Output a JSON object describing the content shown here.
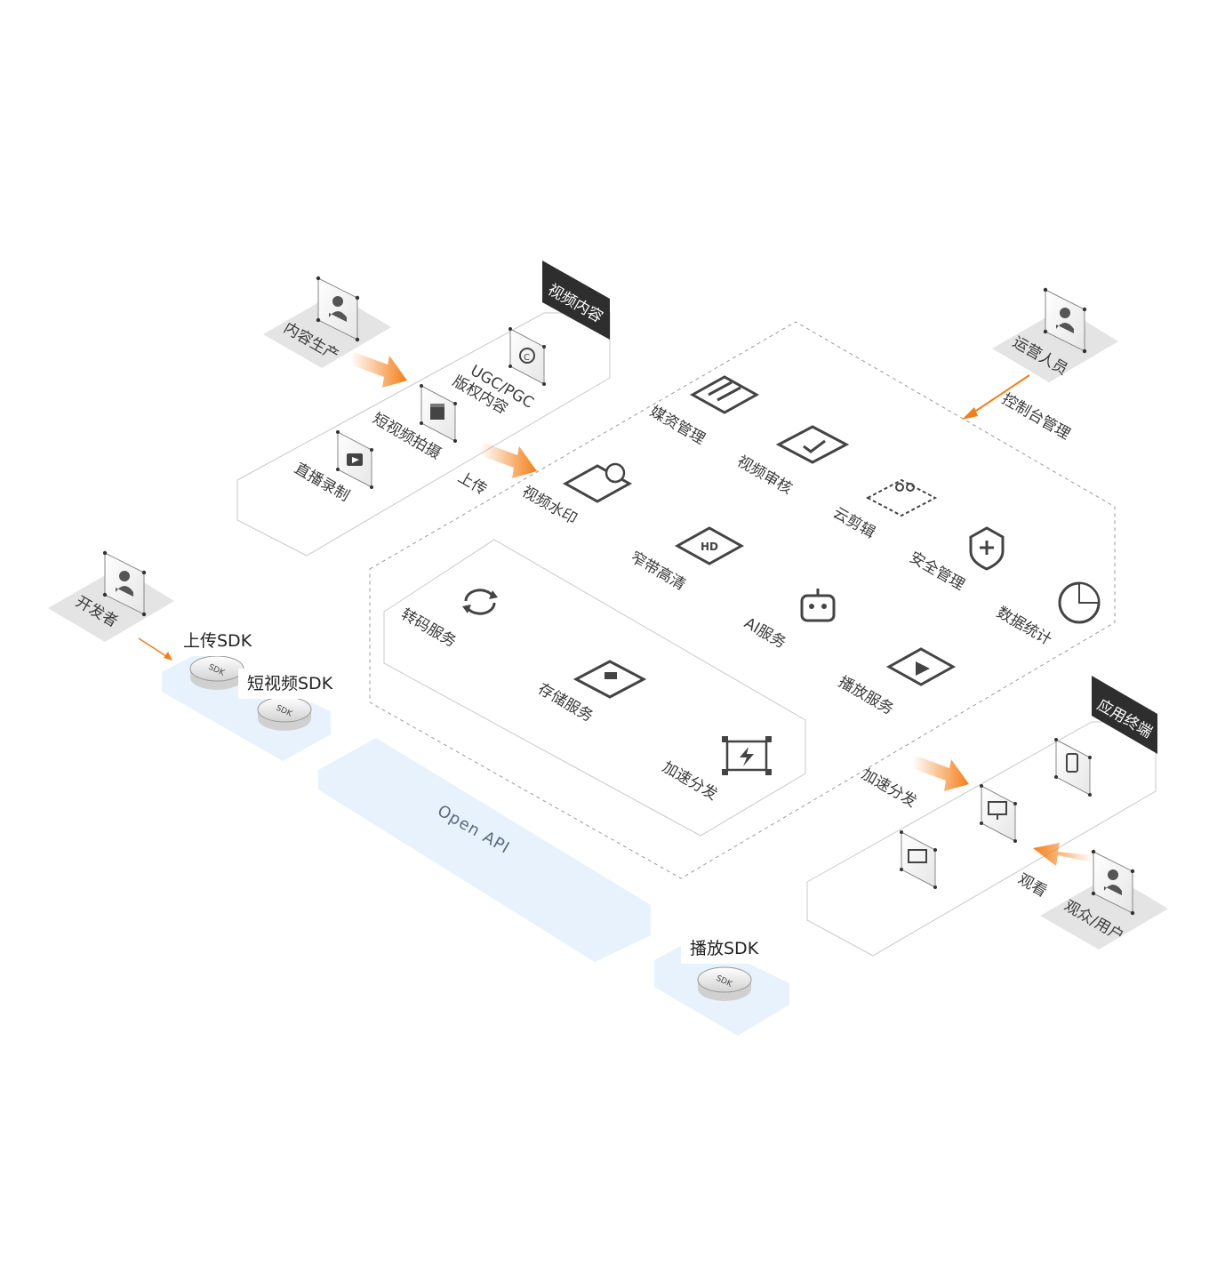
{
  "actors": {
    "content_producer": "内容生产",
    "operator": "运营人员",
    "developer": "开发者",
    "viewer": "观众/用户"
  },
  "video_content": {
    "badge": "视频内容",
    "items": [
      "UGC/PGC\n版权内容",
      "短视频拍摄",
      "直播录制"
    ],
    "upload": "上传"
  },
  "console": "控制台管理",
  "services": {
    "outer": [
      "媒资管理",
      "视频审核",
      "云剪辑",
      "视频水印",
      "窄带高清",
      "安全管理",
      "AI服务",
      "数据统计",
      "播放服务"
    ],
    "inner": [
      "转码服务",
      "存储服务",
      "加速分发"
    ]
  },
  "sdks": {
    "upload": "上传SDK",
    "short_video": "短视频SDK",
    "player": "播放SDK",
    "chip": "SDK"
  },
  "open_api": "Open API",
  "terminals": {
    "badge": "应用终端",
    "distribution": "加速分发",
    "watch": "观看"
  },
  "colors": {
    "accent": "#f47e17",
    "badge_bg": "#2e2e2e",
    "api_band": "#e7f2fc",
    "pad": "#e4e4e4",
    "line": "#8a8a8a"
  }
}
